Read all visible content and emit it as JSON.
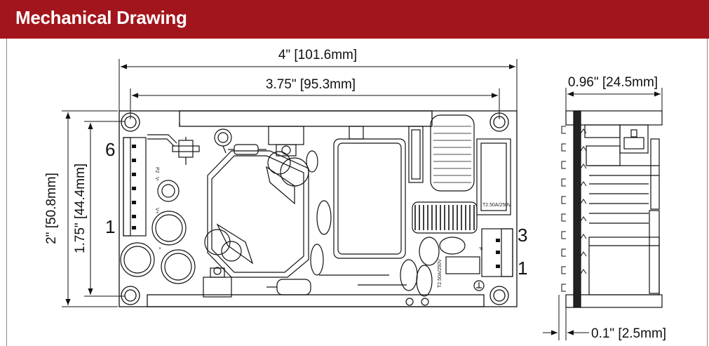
{
  "header": {
    "title": "Mechanical Drawing"
  },
  "dimensions": {
    "overall_width": "4\" [101.6mm]",
    "hole_spacing_x": "3.75\" [95.3mm]",
    "depth": "0.96\" [24.5mm]",
    "overall_height": "2\" [50.8mm]",
    "hole_spacing_y": "1.75\" [44.4mm]",
    "pin_offset": "0.1\" [2.5mm]"
  },
  "connectors": {
    "p2_pin_top": "6",
    "p2_pin_bottom": "1",
    "p1_pin_top": "3",
    "p1_pin_bottom": "1"
  },
  "board_labels": {
    "p2": "P2",
    "v_minus": "V-",
    "v_plus": "V+",
    "plus": "+",
    "p1": "P",
    "fuse": "T2.50A/250V",
    "fuse_upper": "T2.50A/250V"
  },
  "colors": {
    "header": "#a3151c",
    "line": "#111111"
  }
}
